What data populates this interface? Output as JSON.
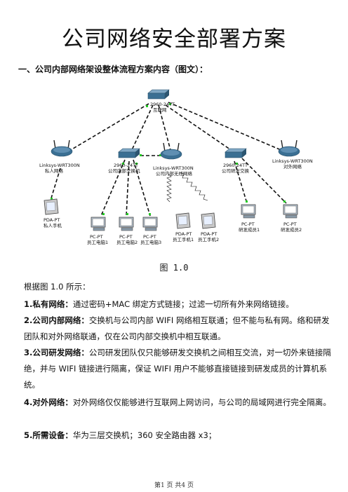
{
  "title": "公司网络安全部署方案",
  "section_heading": "一、公司内部网络架设整体流程方案内容（图文）：",
  "diagram": {
    "nodes": {
      "core_switch": [
        "2960-24TT",
        "互联网"
      ],
      "router_private": [
        "Linksys-WRT300N",
        "私人网络"
      ],
      "switch_staff": [
        "2960-24TT",
        "公司内部交换机"
      ],
      "router_internal": [
        "Linksys-WRT300N",
        "公司内部无线网络"
      ],
      "switch_rd": [
        "2960-24TT",
        "公司研发交换"
      ],
      "router_external": [
        "Linksys-WRT300N",
        "对外网络"
      ],
      "pda_private": [
        "PDA-PT",
        "私人手机"
      ],
      "pc1": [
        "PC-PT",
        "员工电脑1"
      ],
      "pc2": [
        "PC-PT",
        "员工电脑2"
      ],
      "pc3": [
        "PC-PT",
        "员工电脑3"
      ],
      "pda1": [
        "PDA-PT",
        "员工手机1"
      ],
      "pda2": [
        "PDA-PT",
        "员工手机2"
      ],
      "rd1": [
        "PC-PT",
        "研发成员1"
      ],
      "rd2": [
        "PC-PT",
        "研发成员2"
      ]
    }
  },
  "caption": "图 1.0",
  "intro": "根据图 1.0 所示：",
  "items": [
    {
      "label": "1.私有网络：",
      "text": "通过密码+MAC 绑定方式链接；过滤一切所有外来网络链接。"
    },
    {
      "label": "2.公司内部网络：",
      "text": "交换机与公司内部 WIFI 网络相互联通；但不能与私有网。络和研发团队和对外网络联通，仅在公司内部交换机中相互联通。"
    },
    {
      "label": "3.公司研发网络：",
      "text": "公司研发团队仅只能够研发交换机之间相互交流，对一切外来链接隔绝，并与 WIFI 链接进行隔离，保证 WIFI 用户不能够直接链接到研发成员的计算机系统。"
    },
    {
      "label": "4.对外网络：",
      "text": "对外网络仅仅能够进行互联网上网访问，与公司的局域网进行完全隔离。"
    },
    {
      "label": "5.所需设备：",
      "text": "华为三层交换机；360 安全路由器 x3；"
    }
  ],
  "footer": "第1 页 共4 页",
  "colors": {
    "link": "#111111",
    "port": "#22cc22",
    "device": "#3a6f93"
  }
}
